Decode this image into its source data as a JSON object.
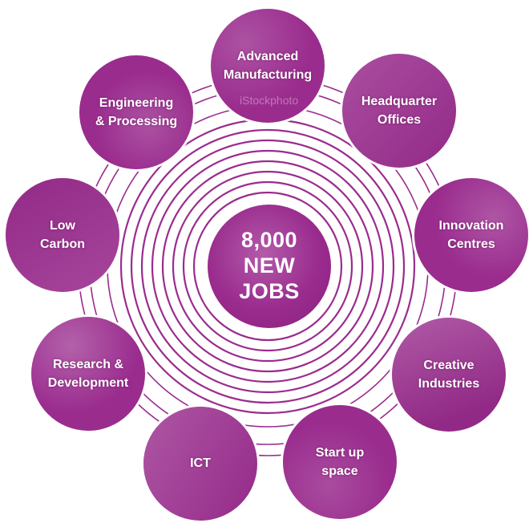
{
  "theme": {
    "primary": "#9a2c8e",
    "dark": "#8a1f80",
    "light": "#b35aa9",
    "ring": "#9a2c8e",
    "text": "#ffffff"
  },
  "center": {
    "lines": [
      "8,000",
      "NEW",
      "JOBS"
    ]
  },
  "sectors": [
    {
      "label": "Advanced\nManufacturing",
      "watermark": "iStockphoto"
    },
    {
      "label": "Headquarter\nOffices"
    },
    {
      "label": "Innovation\nCentres"
    },
    {
      "label": "Creative\nIndustries"
    },
    {
      "label": "Start up\nspace"
    },
    {
      "label": "ICT"
    },
    {
      "label": "Research &\nDevelopment"
    },
    {
      "label": "Low\nCarbon"
    },
    {
      "label": "Engineering\n& Processing"
    }
  ]
}
